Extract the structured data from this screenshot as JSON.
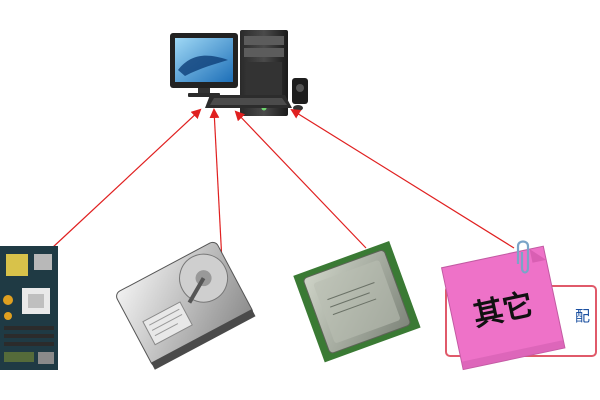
{
  "diagram": {
    "center_node": {
      "icon": "desktop-computer-icon"
    },
    "nodes": [
      {
        "id": "motherboard",
        "icon": "motherboard-icon"
      },
      {
        "id": "hard-drive",
        "icon": "hard-drive-icon"
      },
      {
        "id": "cpu",
        "icon": "cpu-icon"
      },
      {
        "id": "other",
        "icon": "sticky-note-icon",
        "label": "其它",
        "caption": "配"
      }
    ],
    "arrow_color": "#e02020"
  }
}
